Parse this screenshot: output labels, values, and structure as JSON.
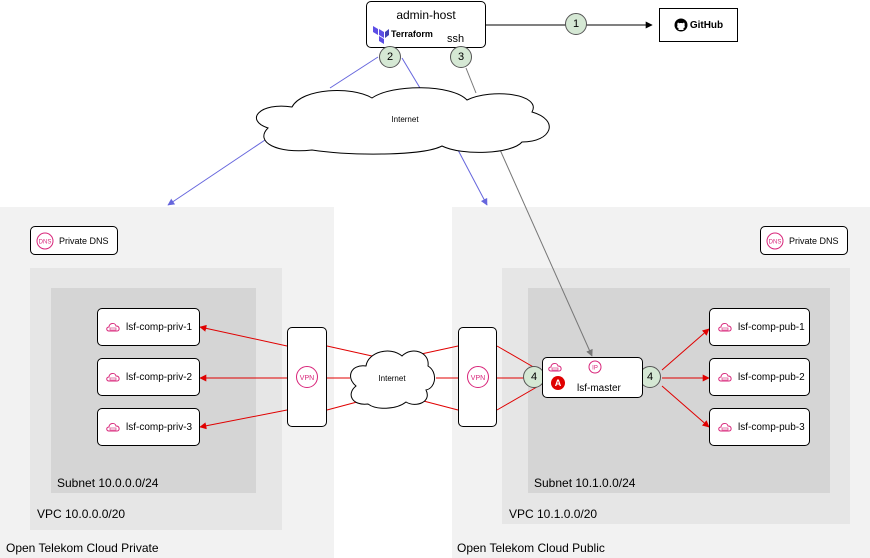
{
  "admin_host": {
    "label": "admin-host",
    "terraform": "Terraform",
    "ssh": "ssh"
  },
  "github": {
    "label": "GitHub"
  },
  "clouds": {
    "internet_top": "Internet",
    "internet_mid": "Internet"
  },
  "badges": {
    "b1": "1",
    "b2": "2",
    "b3": "3",
    "b4_left": "4",
    "b4_right": "4"
  },
  "private": {
    "region": "Open Telekom Cloud Private",
    "vpc": "VPC 10.0.0.0/20",
    "subnet": "Subnet 10.0.0.0/24",
    "dns": "Private DNS",
    "nodes": [
      "lsf-comp-priv-1",
      "lsf-comp-priv-2",
      "lsf-comp-priv-3"
    ]
  },
  "public": {
    "region": "Open Telekom Cloud Public",
    "vpc": "VPC 10.1.0.0/20",
    "subnet": "Subnet 10.1.0.0/24",
    "dns": "Private DNS",
    "master": "lsf-master",
    "master_badge": "A",
    "nodes": [
      "lsf-comp-pub-1",
      "lsf-comp-pub-2",
      "lsf-comp-pub-3"
    ]
  },
  "colors": {
    "red_arrow": "#e00000",
    "blue_arrow": "#6666dd",
    "grey_arrow": "#777777",
    "icon_pink": "#d8257a",
    "badge_green": "#d5e8d4",
    "terraform_purple": "#5c4ee5"
  }
}
